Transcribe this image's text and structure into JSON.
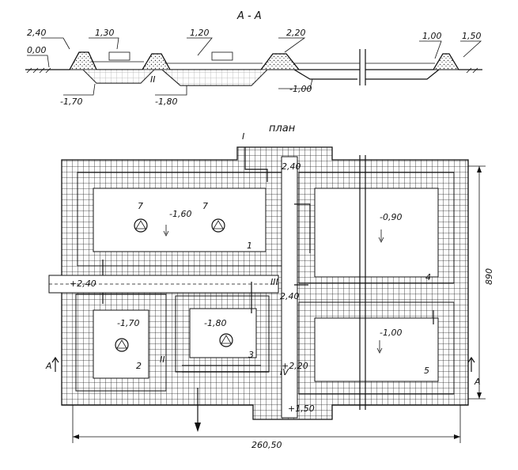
{
  "section": {
    "title": "A - A",
    "marks": [
      "2,40",
      "0,00",
      "1,30",
      "1,20",
      "2,20",
      "1,00",
      "1,50",
      "-1,70",
      "-1,80",
      "-1,00",
      "II"
    ]
  },
  "plan": {
    "title": "план",
    "basins": [
      {
        "num": "1",
        "depth": "-1,60"
      },
      {
        "num": "2",
        "depth": "-1,70"
      },
      {
        "num": "3",
        "depth": "-1,80"
      },
      {
        "num": "4",
        "depth": "-0,90"
      },
      {
        "num": "5",
        "depth": "-1,00"
      }
    ],
    "aerator_label": "7",
    "levels": {
      "top": "2,40",
      "mid": "2,40",
      "left": "+2,40",
      "right": "+2,20",
      "bottom": "+1,50"
    },
    "section_marks": {
      "i": "I",
      "ii": "II",
      "iii": "III",
      "iv": "IV"
    },
    "cut_label": "A",
    "width_dim": "260,50",
    "height_dim": "890"
  }
}
